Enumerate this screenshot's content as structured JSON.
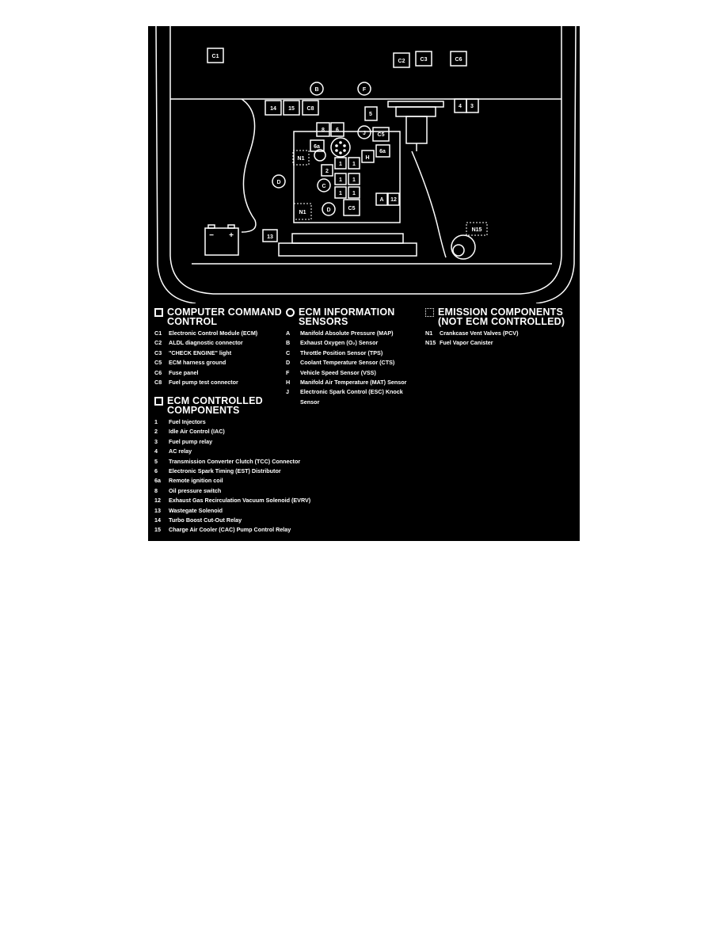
{
  "diagram": {
    "labels": {
      "c1": "C1",
      "c2": "C2",
      "c3": "C3",
      "c6": "C6",
      "b": "B",
      "f": "F",
      "l14": "14",
      "l15": "15",
      "c8": "C8",
      "l5": "5",
      "l4": "4",
      "l3": "3",
      "l8": "8",
      "l6": "6",
      "j": "J",
      "c5a": "C5",
      "l6a_left": "6a",
      "l6a_right": "6a",
      "n1a": "N1",
      "h": "H",
      "d_left": "D",
      "c": "C",
      "l2": "2",
      "one_a": "1",
      "one_b": "1",
      "one_c": "1",
      "one_d": "1",
      "one_e": "1",
      "one_f": "1",
      "a": "A",
      "l12": "12",
      "n1b": "N1",
      "d_center": "D",
      "c5b": "C5",
      "l13": "13",
      "n15": "N15",
      "minus": "−",
      "plus": "+"
    }
  },
  "legend": {
    "ccc": {
      "title_line1": "COMPUTER COMMAND",
      "title_line2": "CONTROL",
      "items": [
        {
          "code": "C1",
          "text": "Electronic Control Module (ECM)"
        },
        {
          "code": "C2",
          "text": "ALDL diagnostic connector"
        },
        {
          "code": "C3",
          "text": "\"CHECK ENGINE\" light"
        },
        {
          "code": "C5",
          "text": "ECM harness ground"
        },
        {
          "code": "C6",
          "text": "Fuse panel"
        },
        {
          "code": "C8",
          "text": "Fuel pump test connector"
        }
      ]
    },
    "ecm_info": {
      "title_line1": "ECM INFORMATION",
      "title_line2": "SENSORS",
      "items": [
        {
          "code": "A",
          "text": "Manifold Absolute Pressure (MAP)"
        },
        {
          "code": "B",
          "text": "Exhaust Oxygen (O₂) Sensor"
        },
        {
          "code": "C",
          "text": "Throttle Position Sensor (TPS)"
        },
        {
          "code": "D",
          "text": "Coolant Temperature Sensor (CTS)"
        },
        {
          "code": "F",
          "text": "Vehicle Speed Sensor (VSS)"
        },
        {
          "code": "H",
          "text": "Manifold Air Temperature (MAT) Sensor"
        },
        {
          "code": "J",
          "text": "Electronic Spark Control (ESC) Knock Sensor"
        }
      ]
    },
    "emission": {
      "title_line1": "EMISSION COMPONENTS",
      "title_line2": "(NOT ECM CONTROLLED)",
      "items": [
        {
          "code": "N1",
          "text": "Crankcase Vent Valves (PCV)"
        },
        {
          "code": "N15",
          "text": "Fuel Vapor Canister"
        }
      ]
    },
    "ecm_controlled": {
      "title_line1": "ECM CONTROLLED",
      "title_line2": "COMPONENTS",
      "items": [
        {
          "code": "1",
          "text": "Fuel Injectors"
        },
        {
          "code": "2",
          "text": "Idle Air Control (IAC)"
        },
        {
          "code": "3",
          "text": "Fuel pump relay"
        },
        {
          "code": "4",
          "text": "AC relay"
        },
        {
          "code": "5",
          "text": "Transmission Converter Clutch (TCC) Connector"
        },
        {
          "code": "6",
          "text": "Electronic Spark Timing (EST) Distributor"
        },
        {
          "code": "6a",
          "text": "Remote ignition coil"
        },
        {
          "code": "8",
          "text": "Oil pressure switch"
        },
        {
          "code": "12",
          "text": "Exhaust Gas Recirculation Vacuum Solenoid (EVRV)"
        },
        {
          "code": "13",
          "text": "Wastegate Solenoid"
        },
        {
          "code": "14",
          "text": "Turbo Boost Cut-Out Relay"
        },
        {
          "code": "15",
          "text": "Charge Air Cooler (CAC) Pump Control Relay"
        }
      ]
    }
  }
}
